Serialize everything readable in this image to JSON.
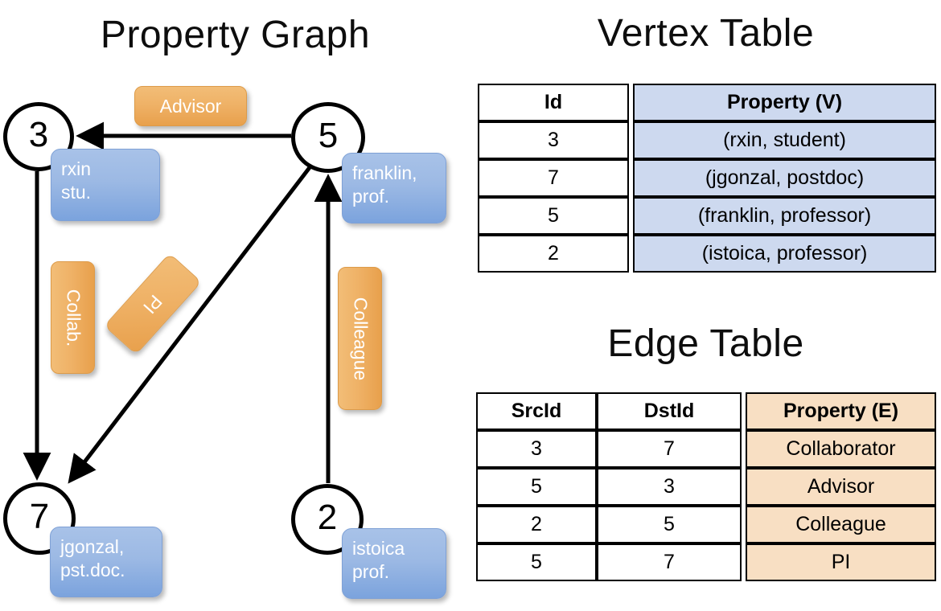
{
  "titles": {
    "graph": "Property Graph",
    "vertex_table": "Vertex Table",
    "edge_table": "Edge Table"
  },
  "colors": {
    "vertex_property_fill": "#cdd9ef",
    "edge_property_fill": "#f8dfc3",
    "vertex_callout": "#9cb9e4",
    "edge_callout": "#efb267",
    "node_stroke": "#000000",
    "background": "#ffffff"
  },
  "graph": {
    "nodes": [
      {
        "id": "3",
        "property_label": [
          "rxin",
          "stu."
        ]
      },
      {
        "id": "5",
        "property_label": [
          "franklin,",
          "prof."
        ]
      },
      {
        "id": "7",
        "property_label": [
          "jgonzal,",
          "pst.doc."
        ]
      },
      {
        "id": "2",
        "property_label": [
          "istoica",
          "prof."
        ]
      }
    ],
    "edges": [
      {
        "src": "5",
        "dst": "3",
        "label": "Advisor",
        "orientation": "horizontal"
      },
      {
        "src": "3",
        "dst": "7",
        "label": "Collab.",
        "orientation": "vertical"
      },
      {
        "src": "5",
        "dst": "7",
        "label": "PI",
        "orientation": "diagonal"
      },
      {
        "src": "2",
        "dst": "5",
        "label": "Colleague",
        "orientation": "vertical"
      }
    ]
  },
  "vertex_table": {
    "headers": [
      "Id",
      "Property (V)"
    ],
    "rows": [
      [
        "3",
        "(rxin, student)"
      ],
      [
        "7",
        "(jgonzal, postdoc)"
      ],
      [
        "5",
        "(franklin, professor)"
      ],
      [
        "2",
        "(istoica, professor)"
      ]
    ]
  },
  "edge_table": {
    "headers": [
      "SrcId",
      "DstId",
      "Property (E)"
    ],
    "rows": [
      [
        "3",
        "7",
        "Collaborator"
      ],
      [
        "5",
        "3",
        "Advisor"
      ],
      [
        "2",
        "5",
        "Colleague"
      ],
      [
        "5",
        "7",
        "PI"
      ]
    ]
  }
}
